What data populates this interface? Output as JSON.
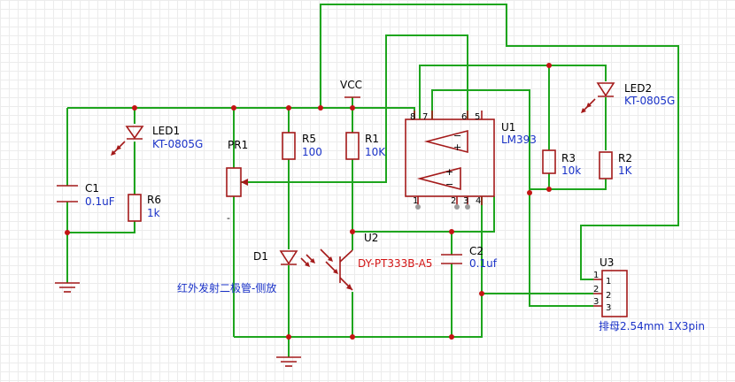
{
  "components": [
    {
      "id": "led1",
      "ref": "LED1",
      "value": "KT-0805G"
    },
    {
      "id": "c1",
      "ref": "C1",
      "value": "0.1uF"
    },
    {
      "id": "r6",
      "ref": "R6",
      "value": "1k"
    },
    {
      "id": "pr1",
      "ref": "PR1",
      "value": ""
    },
    {
      "id": "r5",
      "ref": "R5",
      "value": "100"
    },
    {
      "id": "r1",
      "ref": "R1",
      "value": "10K"
    },
    {
      "id": "d1",
      "ref": "D1",
      "value": "红外发射二极管-侧放"
    },
    {
      "id": "u2",
      "ref": "U2",
      "value": "DY-PT333B-A5"
    },
    {
      "id": "c2",
      "ref": "C2",
      "value": "0.1uf"
    },
    {
      "id": "u1",
      "ref": "U1",
      "value": "LM393"
    },
    {
      "id": "r3",
      "ref": "R3",
      "value": "10k"
    },
    {
      "id": "r2",
      "ref": "R2",
      "value": "1K"
    },
    {
      "id": "led2",
      "ref": "LED2",
      "value": "KT-0805G"
    },
    {
      "id": "u3",
      "ref": "U3",
      "value": "排母2.54mm 1X3pin"
    }
  ],
  "power_labels": {
    "vcc": "VCC",
    "pr1_minus": "-"
  },
  "u1_pins": {
    "p8": "8",
    "p7": "7",
    "p6": "6",
    "p5": "5",
    "p1": "1",
    "p2": "2",
    "p3": "3",
    "p4": "4"
  },
  "u3_pins": {
    "outer1": "1",
    "outer2": "2",
    "outer3": "3",
    "inner1": "1",
    "inner2": "2",
    "inner3": "3"
  },
  "colors": {
    "wire": "#1ea51e",
    "part": "#a41a1a",
    "junction": "#c41414",
    "ref_text": "#000000",
    "value_text": "#1a32c8",
    "part_value_red": "#d21414"
  }
}
